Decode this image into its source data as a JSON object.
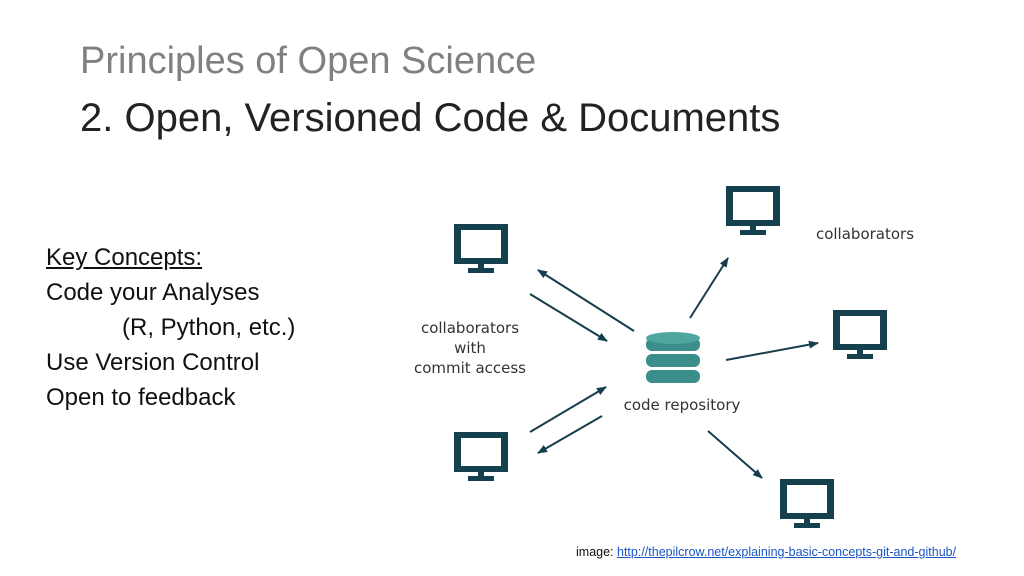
{
  "slide": {
    "supertitle": "Principles of Open Science",
    "title": "2. Open, Versioned Code & Documents"
  },
  "concepts": {
    "heading": "Key Concepts:",
    "items": [
      "Code your Analyses",
      "(R, Python, etc.)",
      "Use Version Control",
      "Open to feedback"
    ]
  },
  "diagram": {
    "repository_label": "code repository",
    "commit_group_label": [
      "collaborators",
      "with",
      "commit access"
    ],
    "collaborators_label": "collaborators",
    "icons": {
      "computer": "monitor-icon",
      "repository": "database-icon"
    },
    "colors": {
      "icon": "#15414e",
      "repository_bands": "#3b8e8a",
      "arrows": "#163e4c",
      "label_text": "#333333"
    }
  },
  "caption": {
    "prefix": "image: ",
    "link_text": "http://thepilcrow.net/explaining-basic-concepts-git-and-github/"
  }
}
